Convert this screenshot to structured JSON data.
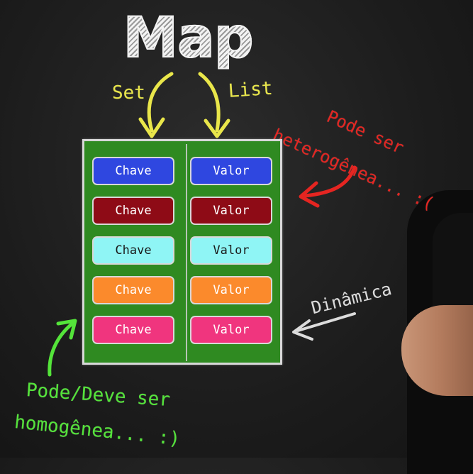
{
  "title": "Map",
  "labels": {
    "set": "Set",
    "list": "List",
    "hetero_line1": "Pode ser",
    "hetero_line2": "heterogênea... :(",
    "dinamica": "Dinâmica",
    "homo_line1": "Pode/Deve ser",
    "homo_line2": "homogênea... :)"
  },
  "rows": [
    {
      "key": "Chave",
      "value": "Valor",
      "color": "#2f47e0",
      "text_color": "#ffffff"
    },
    {
      "key": "Chave",
      "value": "Valor",
      "color": "#8e0b16",
      "text_color": "#ffffff"
    },
    {
      "key": "Chave",
      "value": "Valor",
      "color": "#8ff5f5",
      "text_color": "#1a1a1a"
    },
    {
      "key": "Chave",
      "value": "Valor",
      "color": "#fb8a2c",
      "text_color": "#ffffff"
    },
    {
      "key": "Chave",
      "value": "Valor",
      "color": "#f0357e",
      "text_color": "#ffffff"
    }
  ],
  "colors": {
    "board": "#2f8a21",
    "set_list": "#e9e64a",
    "heterogenea": "#e52521",
    "homogenea": "#54e43a",
    "dinamica": "#dcdcdc"
  }
}
